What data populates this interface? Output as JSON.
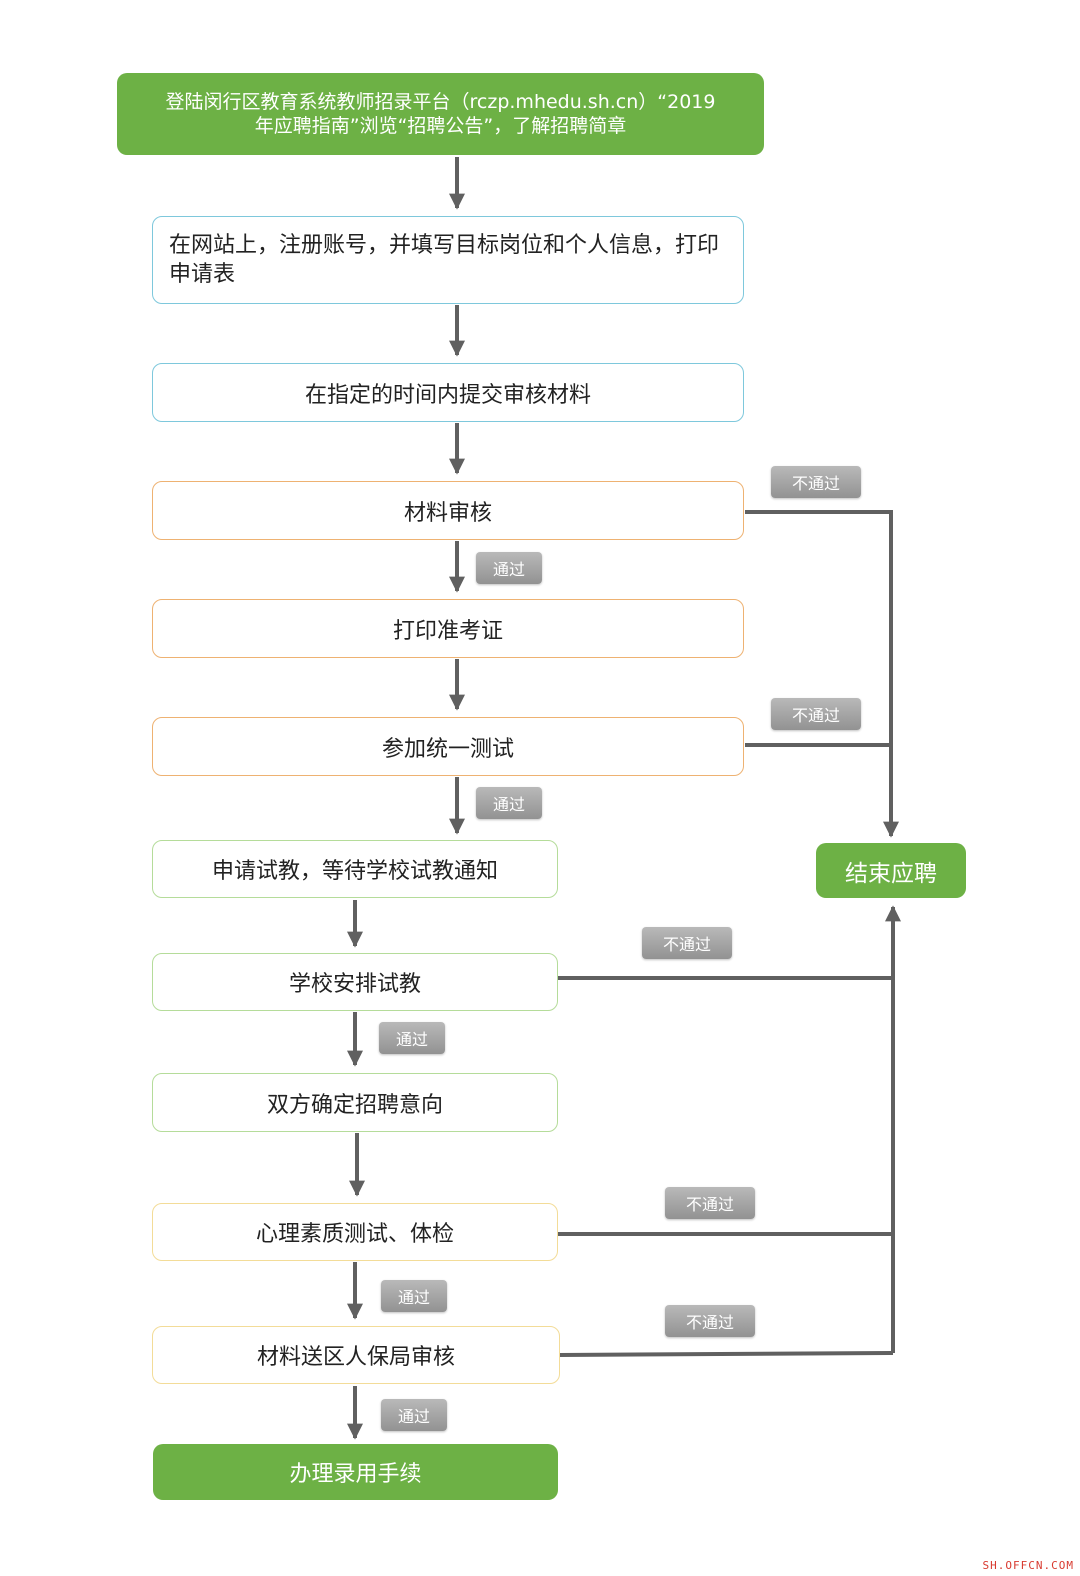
{
  "steps": [
    {
      "text": "登陆闵行区教育系统教师招录平台（rczp.mhedu.sh.cn）“2019年应聘指南”浏览“招聘公告”，了解招聘简章"
    },
    {
      "text": "在网站上，注册账号，并填写目标岗位和个人信息，打印申请表"
    },
    {
      "text": "在指定的时间内提交审核材料"
    },
    {
      "text": "材料审核"
    },
    {
      "text": "打印准考证"
    },
    {
      "text": "参加统一测试"
    },
    {
      "text": "申请试教，等待学校试教通知"
    },
    {
      "text": "学校安排试教"
    },
    {
      "text": "双方确定招聘意向"
    },
    {
      "text": "心理素质测试、体检"
    },
    {
      "text": "材料送区人保局审核"
    },
    {
      "text": "办理录用手续"
    }
  ],
  "end_box": {
    "text": "结束应聘"
  },
  "labels": {
    "pass": "通过",
    "fail": "不通过"
  },
  "watermark": "SH.OFFCN.COM",
  "colors": {
    "green": "#6db145",
    "arrow": "#606060",
    "tag": "#a5a5a5",
    "border_blue": "#7ec8dc",
    "border_orange": "#eeb272",
    "border_light_green": "#b5dc9a",
    "border_yellow": "#f3dc98"
  }
}
